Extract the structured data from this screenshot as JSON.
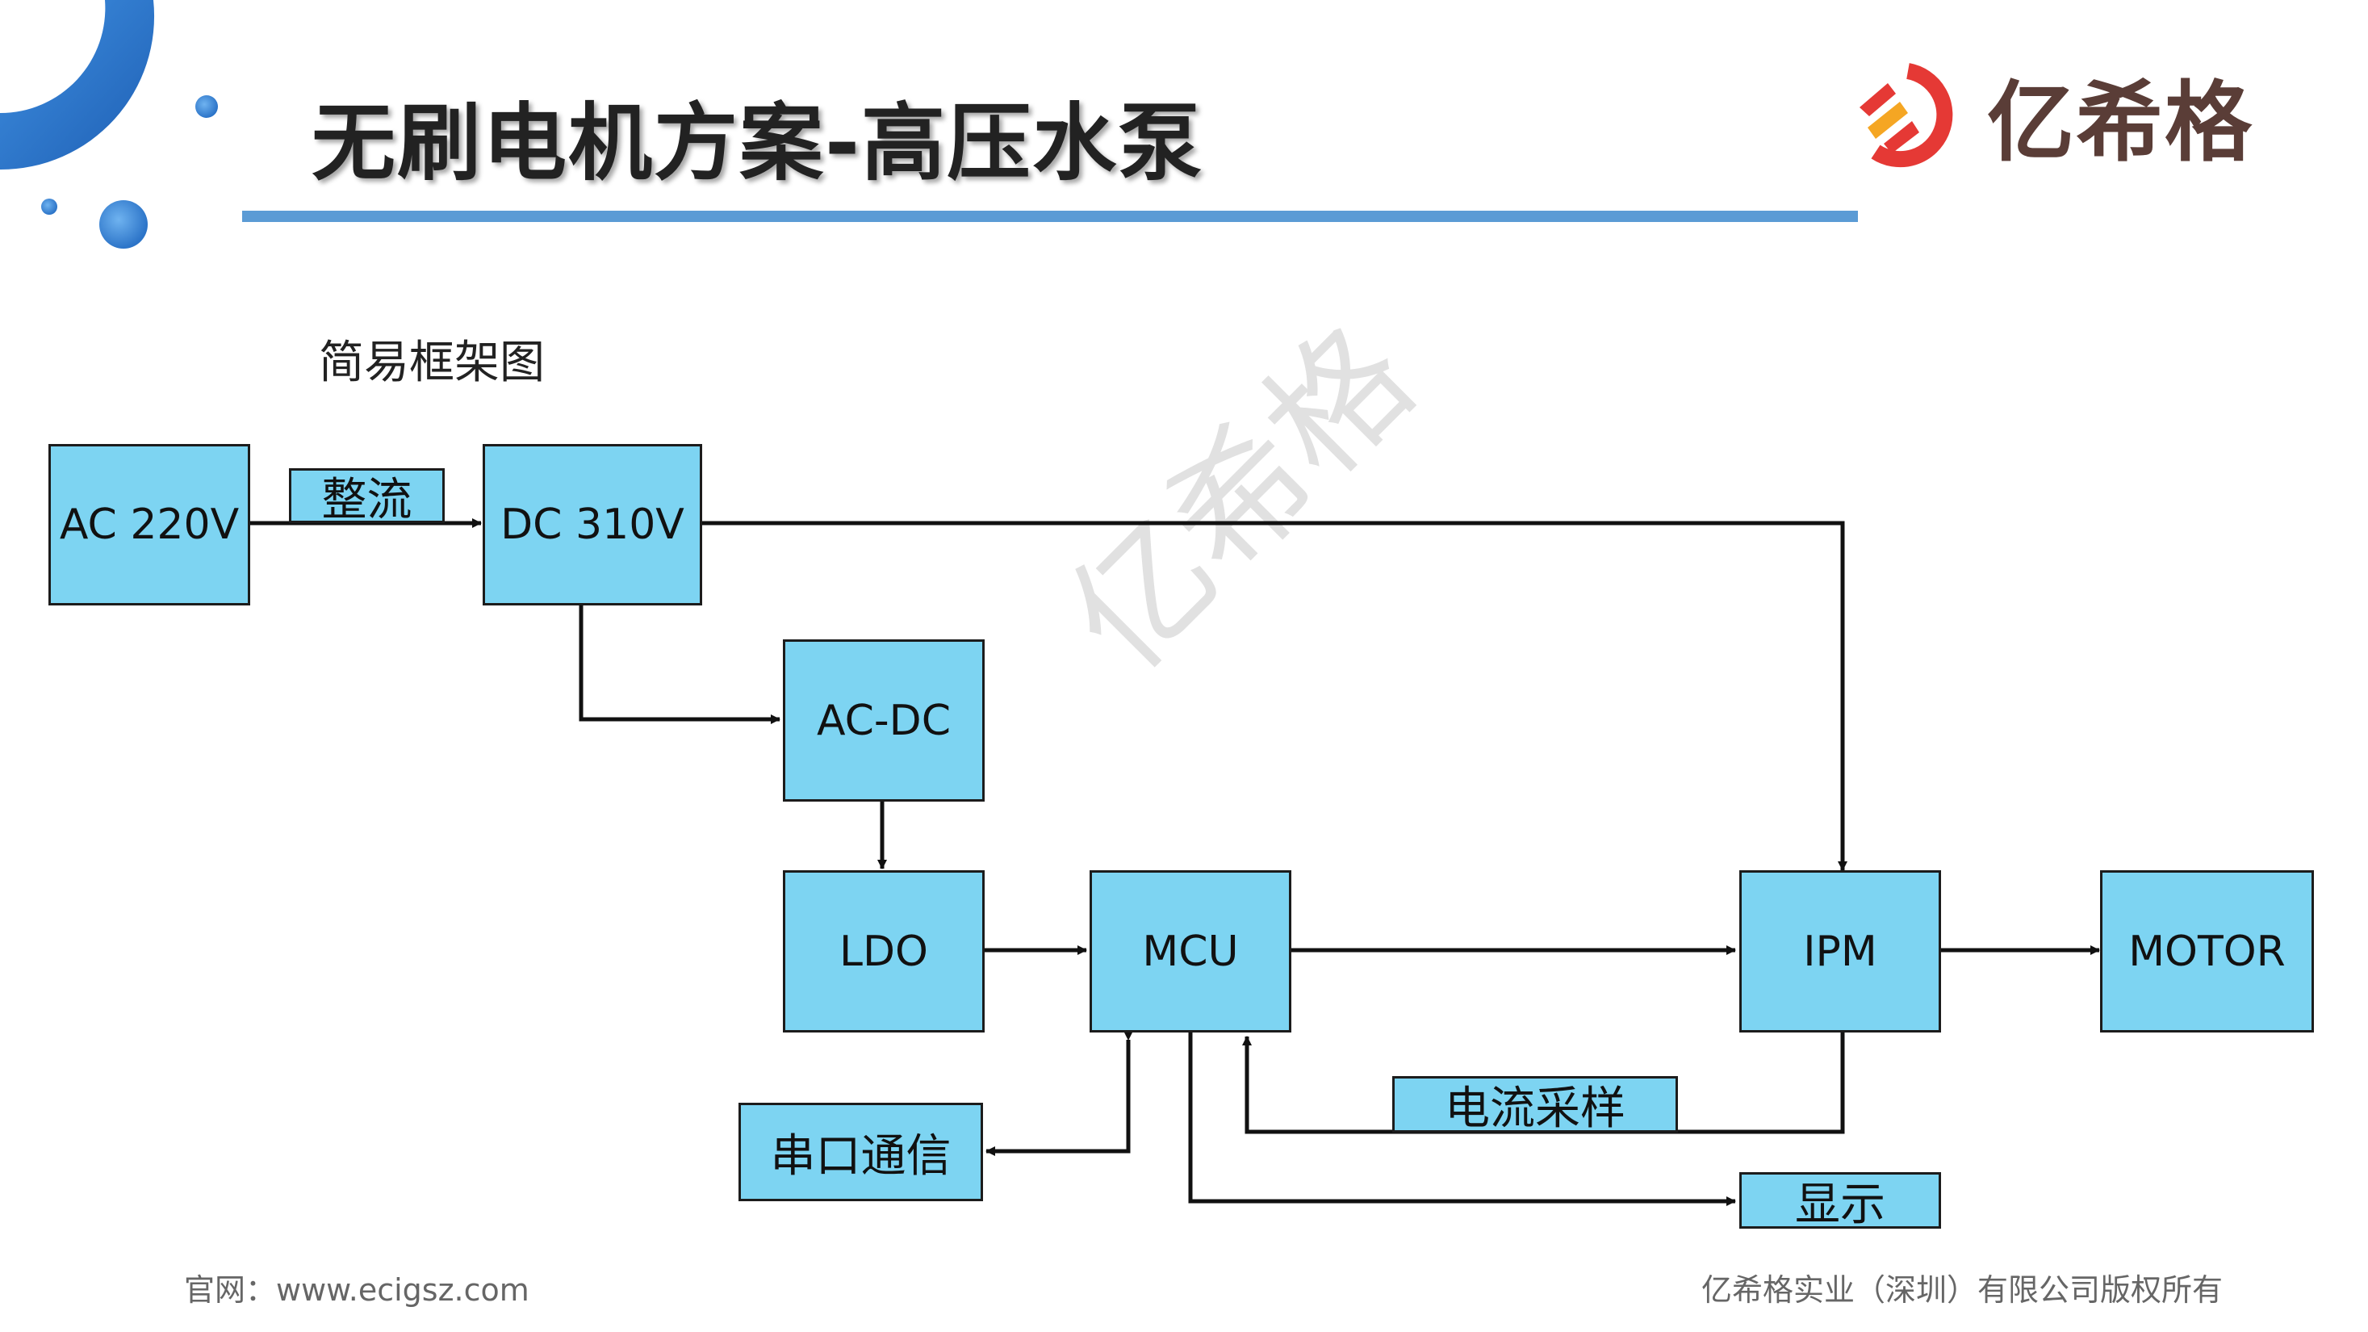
{
  "header": {
    "title": "无刷电机方案-高压水泵",
    "logo_text": "亿希格"
  },
  "subtitle": "简易框架图",
  "diagram": {
    "nodes": {
      "ac220": "AC 220V",
      "rectify": "整流",
      "dc310": "DC 310V",
      "acdc": "AC-DC",
      "ldo": "LDO",
      "mcu": "MCU",
      "ipm": "IPM",
      "motor": "MOTOR",
      "serial": "串口通信",
      "current_sense": "电流采样",
      "display": "显示"
    },
    "edges": [
      {
        "from": "AC 220V",
        "to": "DC 310V",
        "label": "整流"
      },
      {
        "from": "DC 310V",
        "to": "IPM"
      },
      {
        "from": "DC 310V",
        "to": "AC-DC"
      },
      {
        "from": "AC-DC",
        "to": "LDO"
      },
      {
        "from": "LDO",
        "to": "MCU"
      },
      {
        "from": "MCU",
        "to": "IPM"
      },
      {
        "from": "IPM",
        "to": "MOTOR"
      },
      {
        "from": "IPM",
        "to": "MCU",
        "label": "电流采样"
      },
      {
        "from": "MCU",
        "to": "串口通信",
        "bidirectional": true
      },
      {
        "from": "MCU",
        "to": "显示"
      }
    ]
  },
  "watermark": "亿希格",
  "footer": {
    "left": "官网：www.ecigsz.com",
    "right": "亿希格实业（深圳）有限公司版权所有"
  },
  "colors": {
    "box_fill": "#7dd4f2",
    "title_rule": "#5b9bd5",
    "logo_red": "#e53935",
    "logo_orange": "#f5a623",
    "logo_text": "#5a3d37",
    "decor_blue": "#2f72c4"
  }
}
